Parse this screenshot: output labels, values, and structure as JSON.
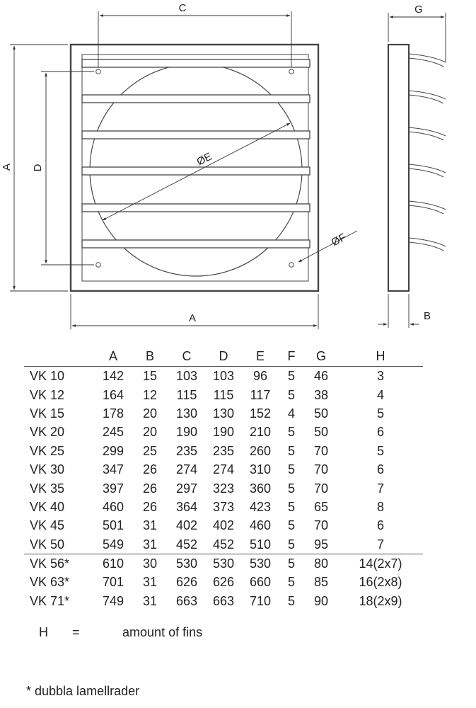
{
  "drawing": {
    "dim_labels": {
      "C": "C",
      "G": "G",
      "A_left": "A",
      "D": "D",
      "E": "ØE",
      "F": "ØF",
      "A_bottom": "A",
      "B": "B"
    }
  },
  "table": {
    "headers": [
      "",
      "A",
      "B",
      "C",
      "D",
      "E",
      "F",
      "G",
      "H"
    ],
    "rows": [
      [
        "VK 10",
        "142",
        "15",
        "103",
        "103",
        "96",
        "5",
        "46",
        "3"
      ],
      [
        "VK 12",
        "164",
        "12",
        "115",
        "115",
        "117",
        "5",
        "38",
        "4"
      ],
      [
        "VK 15",
        "178",
        "20",
        "130",
        "130",
        "152",
        "4",
        "50",
        "5"
      ],
      [
        "VK 20",
        "245",
        "20",
        "190",
        "190",
        "210",
        "5",
        "50",
        "6"
      ],
      [
        "VK 25",
        "299",
        "25",
        "235",
        "235",
        "260",
        "5",
        "70",
        "5"
      ],
      [
        "VK 30",
        "347",
        "26",
        "274",
        "274",
        "310",
        "5",
        "70",
        "6"
      ],
      [
        "VK 35",
        "397",
        "26",
        "297",
        "323",
        "360",
        "5",
        "70",
        "7"
      ],
      [
        "VK 40",
        "460",
        "26",
        "364",
        "373",
        "423",
        "5",
        "65",
        "8"
      ],
      [
        "VK 45",
        "501",
        "31",
        "402",
        "402",
        "460",
        "5",
        "70",
        "6"
      ],
      [
        "VK 50",
        "549",
        "31",
        "452",
        "452",
        "510",
        "5",
        "95",
        "7"
      ],
      [
        "VK 56*",
        "610",
        "30",
        "530",
        "530",
        "530",
        "5",
        "80",
        "14(2x7)"
      ],
      [
        "VK 63*",
        "701",
        "31",
        "626",
        "626",
        "660",
        "5",
        "85",
        "16(2x8)"
      ],
      [
        "VK 71*",
        "749",
        "31",
        "663",
        "663",
        "710",
        "5",
        "90",
        "18(2x9)"
      ]
    ]
  },
  "legend": {
    "symbol": "H",
    "equals": "=",
    "text": "amount of fins"
  },
  "footnote": "* dubbla lamellrader"
}
